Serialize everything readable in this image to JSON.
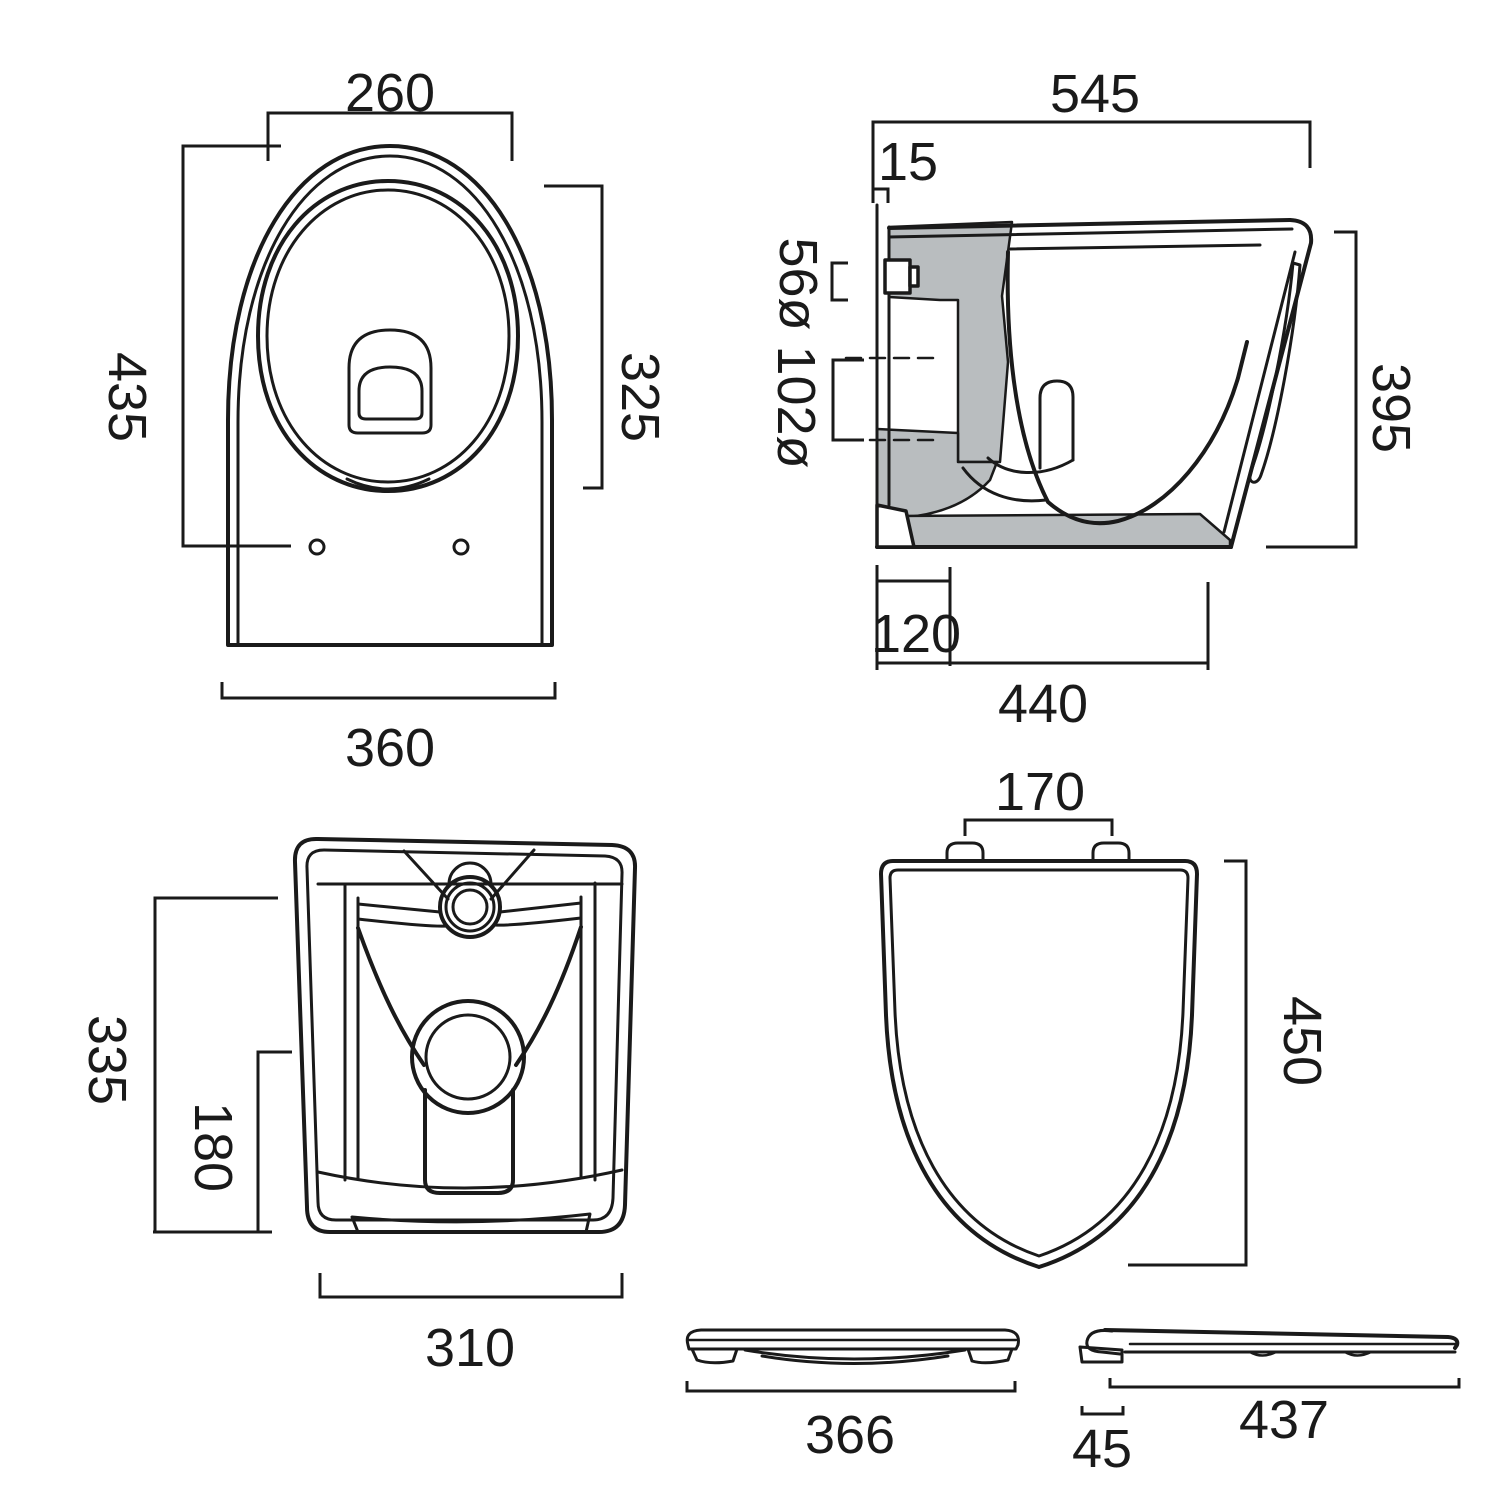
{
  "drawing": {
    "background": "#ffffff",
    "line_color": "#1a1a1a",
    "section_fill": "#b9bdbf"
  },
  "views": {
    "pan_plan": {
      "dims": {
        "seat_opening_width": "260",
        "overall_length": "435",
        "seat_opening_length": "325",
        "overall_width": "360"
      }
    },
    "pan_section": {
      "dims": {
        "overall_depth": "545",
        "wall_offset": "15",
        "inlet_diameter": "56ø",
        "outlet_diameter": "102ø",
        "overall_height": "395",
        "outlet_setout": "120",
        "base_depth": "440"
      }
    },
    "pan_rear": {
      "dims": {
        "inlet_height": "335",
        "outlet_height": "180",
        "base_width": "310"
      }
    },
    "seat_plan": {
      "dims": {
        "hinge_centres": "170",
        "seat_length": "450"
      }
    },
    "seat_front": {
      "dims": {
        "seat_width": "366"
      }
    },
    "seat_side": {
      "dims": {
        "hinge_depth": "45",
        "seat_depth": "437"
      }
    }
  }
}
